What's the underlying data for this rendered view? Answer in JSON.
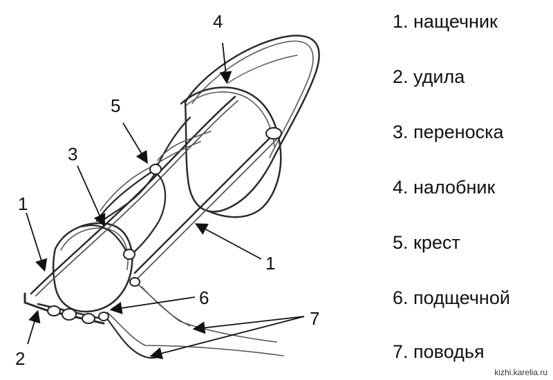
{
  "diagram": {
    "callouts": [
      "1",
      "2",
      "3",
      "4",
      "5",
      "6",
      "7",
      "1"
    ],
    "legend": [
      "1. нащечник",
      "2. удила",
      "3. переноска",
      "4. налобник",
      "5. крест",
      "6. подщечной",
      "7. поводья"
    ]
  },
  "watermark": "kizhi.karelia.ru"
}
